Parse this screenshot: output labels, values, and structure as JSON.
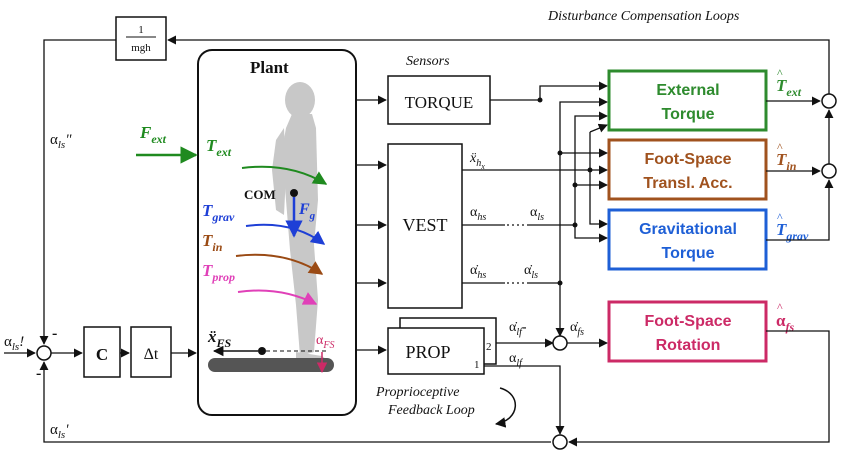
{
  "title": "Disturbance Compensation Loops",
  "sensors_label": "Sensors",
  "plant": {
    "title": "Plant",
    "com": "COM",
    "f_ext": "F",
    "f_ext_sub": "ext",
    "t_ext": "T",
    "t_ext_sub": "ext",
    "f_g": "F",
    "f_g_sub": "g",
    "t_grav": "T",
    "t_grav_sub": "grav",
    "t_in": "T",
    "t_in_sub": "in",
    "t_prop": "T",
    "t_prop_sub": "prop",
    "x_fs": "ẍ",
    "x_fs_sub": "FS",
    "alpha_fs": "α",
    "alpha_fs_sub": "FS"
  },
  "blocks": {
    "gain": {
      "num": "1",
      "den": "mgh"
    },
    "controller": "C",
    "delay": "Δt",
    "torque_sensor": "TORQUE",
    "vest": "VEST",
    "prop": "PROP",
    "prop_port1": "1",
    "prop_port2": "2"
  },
  "estimators": [
    {
      "line1": "External",
      "line2": "Torque",
      "out": "T",
      "out_sub": "ext",
      "color": "#2e8b2e"
    },
    {
      "line1": "Foot-Space",
      "line2": "Transl. Acc.",
      "out": "T",
      "out_sub": "in",
      "color": "#a0521e"
    },
    {
      "line1": "Gravitational",
      "line2": "Torque",
      "out": "T",
      "out_sub": "grav",
      "color": "#1e5fd6"
    },
    {
      "line1": "Foot-Space",
      "line2": "Rotation",
      "out": "α",
      "out_sub": "fs",
      "color": "#cc2a66"
    }
  ],
  "signals": {
    "x_hx": "ẍ",
    "x_hx_sub": "h",
    "x_hx_subsub": "x",
    "alpha_hs": "α",
    "alpha_hs_sub": "hs",
    "alpha_ls_vest": "α",
    "alpha_ls_vest_sub": "ls",
    "alphadot_hs": "α̇",
    "alphadot_hs_sub": "hs",
    "alphadot_ls": "α̇",
    "alphadot_ls_sub": "ls",
    "alphadot_lf": "α̇",
    "alphadot_lf_sub": "lf",
    "alphadot_lf_minus": "-",
    "alpha_lf": "α",
    "alpha_lf_sub": "lf",
    "alphadot_fs": "α̇",
    "alphadot_fs_sub": "fs",
    "ref": "α",
    "ref_sub": "ls",
    "ref_mark": "!",
    "feedback_upper": "α",
    "feedback_upper_sub": "ls",
    "feedback_upper_mark": "\"",
    "feedback_lower": "α",
    "feedback_lower_sub": "ls",
    "feedback_lower_mark": "'",
    "minus": "-"
  },
  "loop_label_line1": "Proprioceptive",
  "loop_label_line2": "Feedback Loop"
}
